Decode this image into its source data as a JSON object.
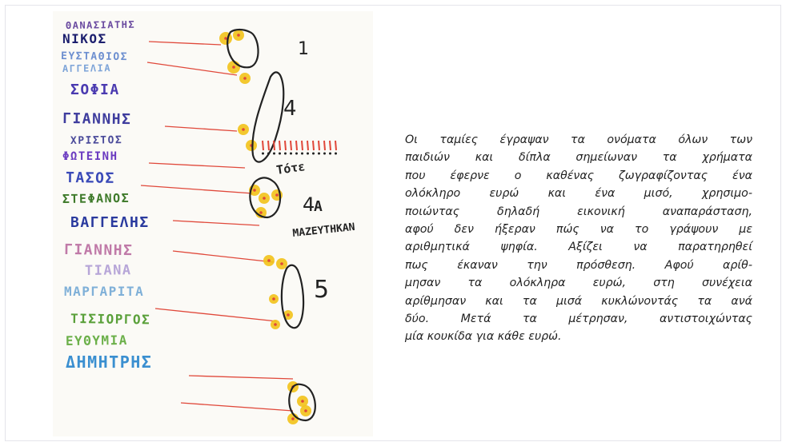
{
  "drawing": {
    "names": [
      {
        "text": "ΘΑΝΑΣΙΑΤΗΣ",
        "color": "#6a4aa0"
      },
      {
        "text": "ΝΙΚΟΣ",
        "color": "#1c1f6e"
      },
      {
        "text": "ΕΥΣΤΑΘΙΟΣ",
        "color": "#6d8fd0"
      },
      {
        "text": "ΑΓΓΕΛΙΑ",
        "color": "#7da4d8"
      },
      {
        "text": "ΣΟΦΙΑ",
        "color": "#4a3ab0"
      },
      {
        "text": "ΓΙΑΝΝΗΣ",
        "color": "#3f3d9e"
      },
      {
        "text": "ΧΡΙΣΤΟΣ",
        "color": "#4a4a9a"
      },
      {
        "text": "ΦΩΤΕΙΝΗ",
        "color": "#6a3ac0"
      },
      {
        "text": "ΤΑΣΟΣ",
        "color": "#3a4ab8"
      },
      {
        "text": "ΣΤΕΦΑΝΟΣ",
        "color": "#3e7a2a"
      },
      {
        "text": "ΒΑΓΓΕΛΗΣ",
        "color": "#2a3a9e"
      },
      {
        "text": "ΓΙΑΝΝΗΣ",
        "color": "#c07aa8"
      },
      {
        "text": "ΤΙΑΝΑ",
        "color": "#b7a6d8"
      },
      {
        "text": "ΜΑΡΓΑΡΙΤΑ",
        "color": "#7fb0d8"
      },
      {
        "text": "ΤΙΣΙΟΡΓΟΣ",
        "color": "#5aa03a"
      },
      {
        "text": "ΕΥΘΥΜΙΑ",
        "color": "#6cb04a"
      },
      {
        "text": "ΔΗΜΗΤΡΗΣ",
        "color": "#3a8fd0"
      }
    ],
    "marks": [
      "1",
      "4",
      "4",
      "5"
    ],
    "scribbles": [
      "Τότε",
      "Α",
      "ΜΑΖΕΥΤΗΚΑΝ"
    ]
  },
  "caption": {
    "lines": [
      "Οι ταμίες έγραψαν τα ονόματα όλων των",
      "παιδιών και δίπλα σημείωναν τα χρήματα",
      "που έφερνε ο καθένας ζωγραφίζοντας ένα",
      "ολόκληρο ευρώ και ένα μισό, χρησιμο-",
      "ποιώντας δηλαδή εικονική αναπαράσταση,",
      "αφού δεν ήξεραν πώς να το γράψουν με",
      "αριθμητικά ψηφία. Αξίζει να παρατηρηθεί",
      "πως έκαναν την πρόσθεση. Αφού αρίθ-",
      "μησαν τα ολόκληρα ευρώ, στη συνέχεια",
      "αρίθμησαν και τα μισά κυκλώνοντάς τα ανά",
      "δύο. Μετά τα μέτρησαν, αντιστοιχώντας",
      "μία κουκίδα για κάθε ευρώ."
    ]
  },
  "colors": {
    "marker_red": "#e0483a",
    "coin_yellow": "#f2c21a",
    "ink_black": "#222222",
    "caption_text": "#1f1f1f"
  }
}
